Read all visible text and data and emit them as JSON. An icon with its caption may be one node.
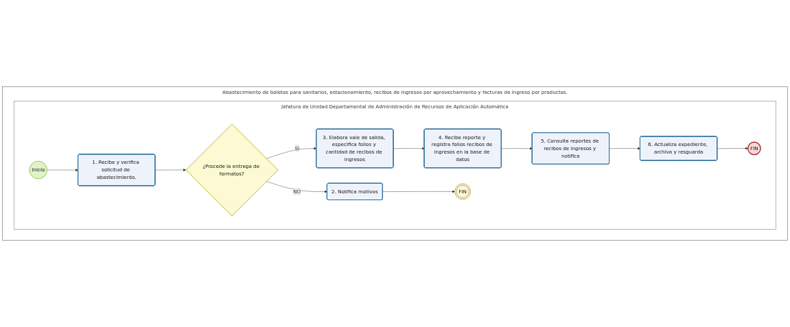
{
  "diagram": {
    "nodes": [
      {
        "text": [
          "Abastecimiento de boletos para sanitarios, estacionamiento, recibos de ingresos por aprovechamiento y facturas de ingreso por productos."
        ]
      },
      {
        "text": [
          "Jefatura de Unidad Departamental de Administración de Recursos de Aplicación Automática"
        ],
        "in": 0
      },
      {
        "text": [
          "Inicio"
        ],
        "in": 1
      },
      {
        "text": [
          "1. Recibe y verifica solicitud de abastecimiento."
        ],
        "in": 1
      },
      {
        "text": [
          "¿Procede la entrega de formatos?"
        ],
        "in": 1
      },
      {
        "text": [
          "3. Elabora vale de salida, especifica folios y cantidad de recibos de ingresos"
        ],
        "in": 1
      },
      {
        "text": [
          "6. Actualiza expediente, archiva y resguarda"
        ],
        "in": 1
      },
      {
        "text": [
          "FIN"
        ],
        "in": 1
      },
      {
        "text": [
          "2. Notifica motivos"
        ],
        "in": 1
      },
      {
        "text": [
          "FIN"
        ],
        "in": 1
      },
      {
        "text": [
          "4. Recibe reporte y registra folios recibos de ingresos en la base de datos"
        ],
        "in": 1
      },
      {
        "text": [
          "5. Consulta reportes de recibos de ingresos y notifica"
        ],
        "in": 1
      }
    ],
    "edges": [
      {
        "from": 2,
        "to": 3,
        "arrow": "to"
      },
      {
        "from": 3,
        "to": 4,
        "arrow": "to"
      },
      {
        "from": 4,
        "to": 5,
        "arrow": "to",
        "label": "SI"
      },
      {
        "from": 4,
        "to": 8,
        "arrow": "to",
        "label": "NO"
      },
      {
        "from": 5,
        "to": 10,
        "arrow": "to"
      },
      {
        "from": 10,
        "to": 11,
        "arrow": "to"
      },
      {
        "from": 11,
        "to": 6,
        "arrow": "to"
      },
      {
        "from": 6,
        "to": 7,
        "arrow": "to"
      },
      {
        "from": 8,
        "to": 9,
        "arrow": "to"
      }
    ]
  }
}
